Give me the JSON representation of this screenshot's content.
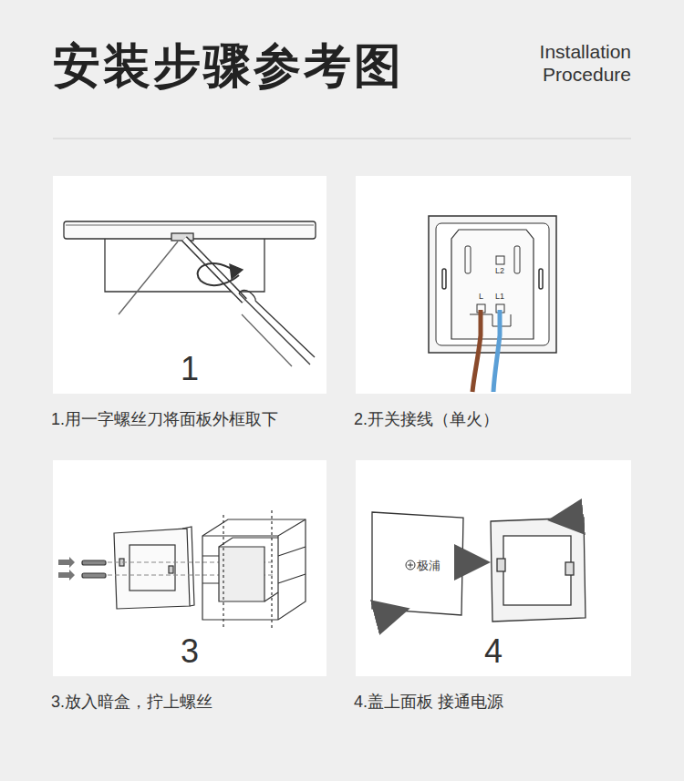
{
  "diagram": {
    "title": "安装步骤参考图",
    "nodes": [
      {
        "text": [
          "1",
          "1.用一字螺丝刀将面板外框取下"
        ]
      },
      {
        "text": [
          "2.开关接线（单火）"
        ]
      },
      {
        "text": [
          "3",
          "3.放入暗盒，拧上螺丝"
        ]
      },
      {
        "text": [
          "4",
          "4.盖上面板 接通电源"
        ]
      }
    ],
    "labels": [
      "Installation Procedure",
      "L2",
      "L",
      "L1",
      "极浦"
    ]
  }
}
